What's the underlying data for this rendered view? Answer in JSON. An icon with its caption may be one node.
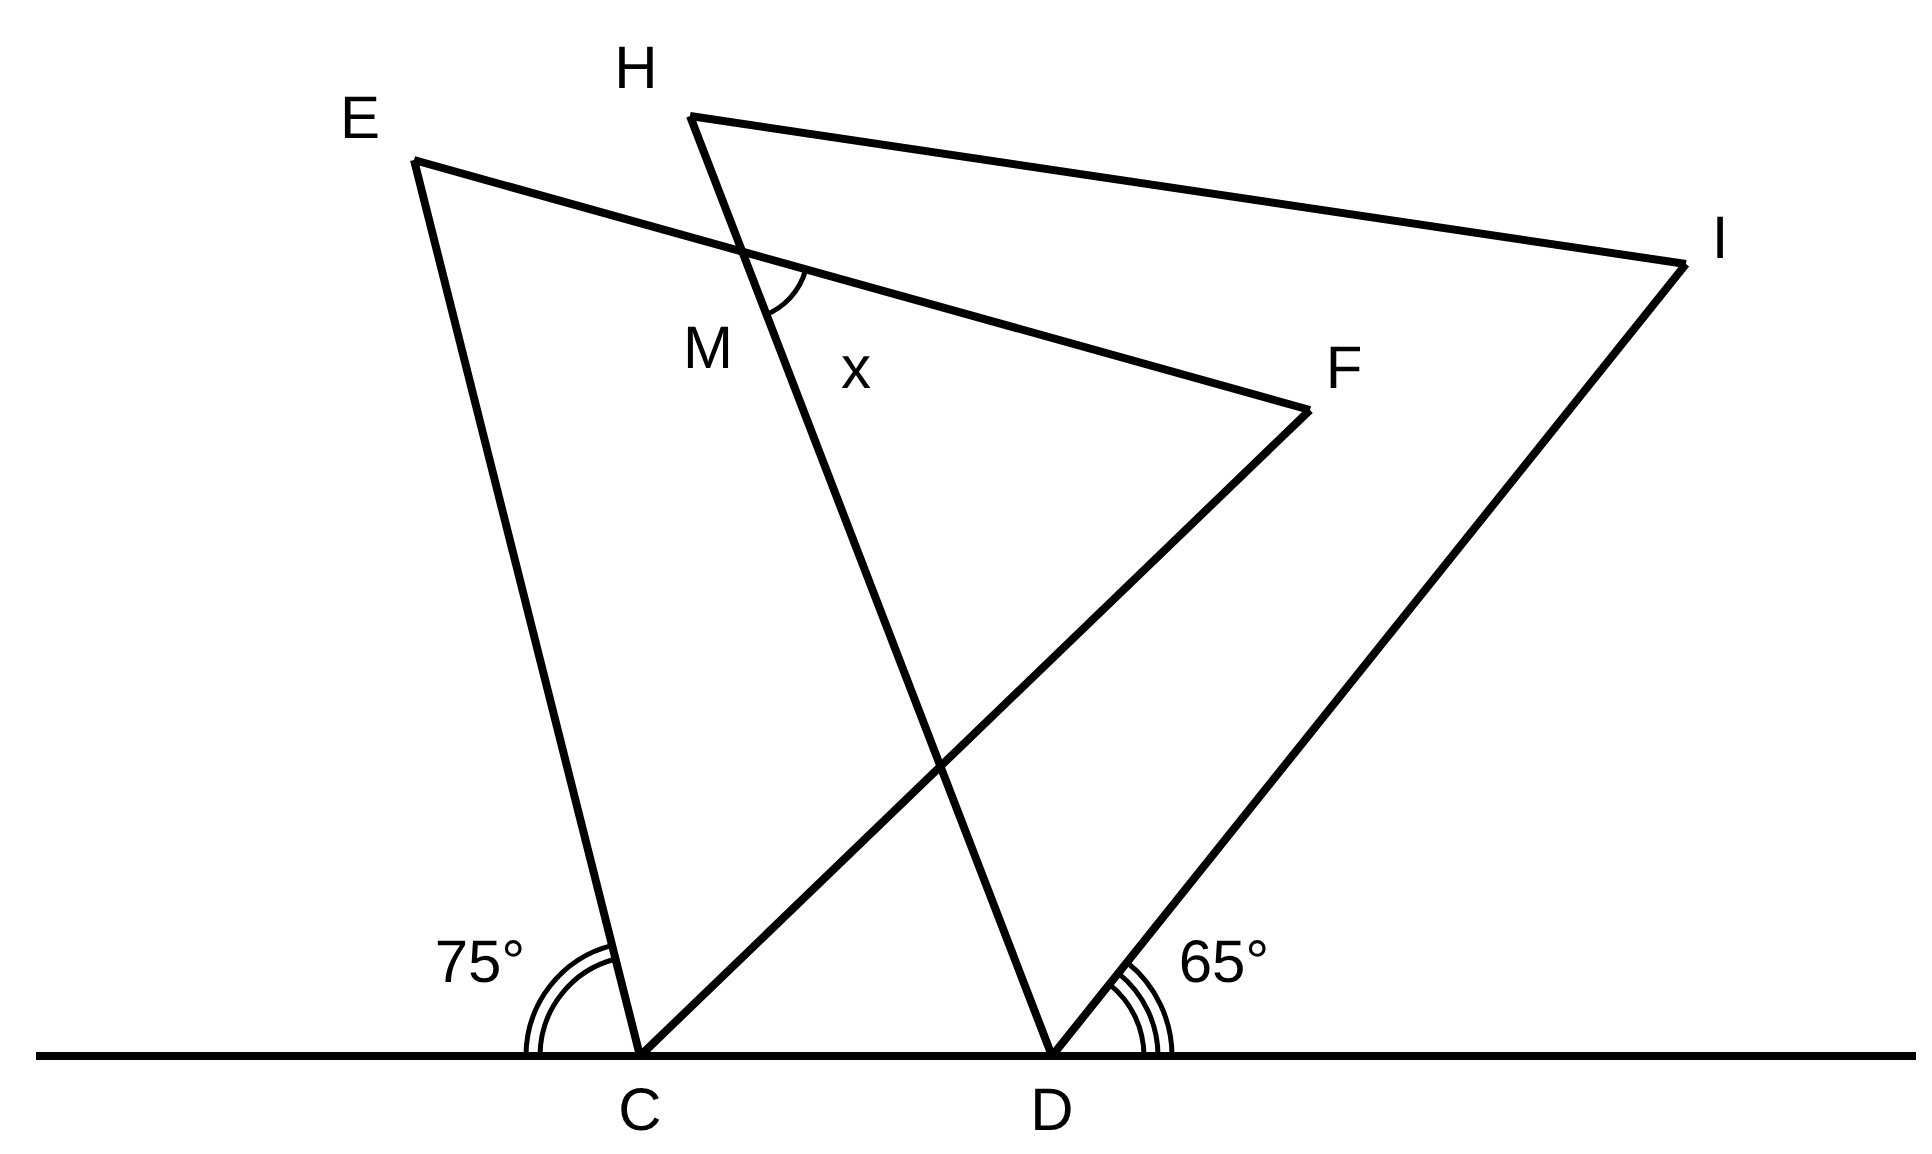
{
  "diagram": {
    "labels": [
      "H",
      "E",
      "I",
      "M",
      "x",
      "F",
      "75°",
      "65°",
      "C",
      "D"
    ]
  }
}
